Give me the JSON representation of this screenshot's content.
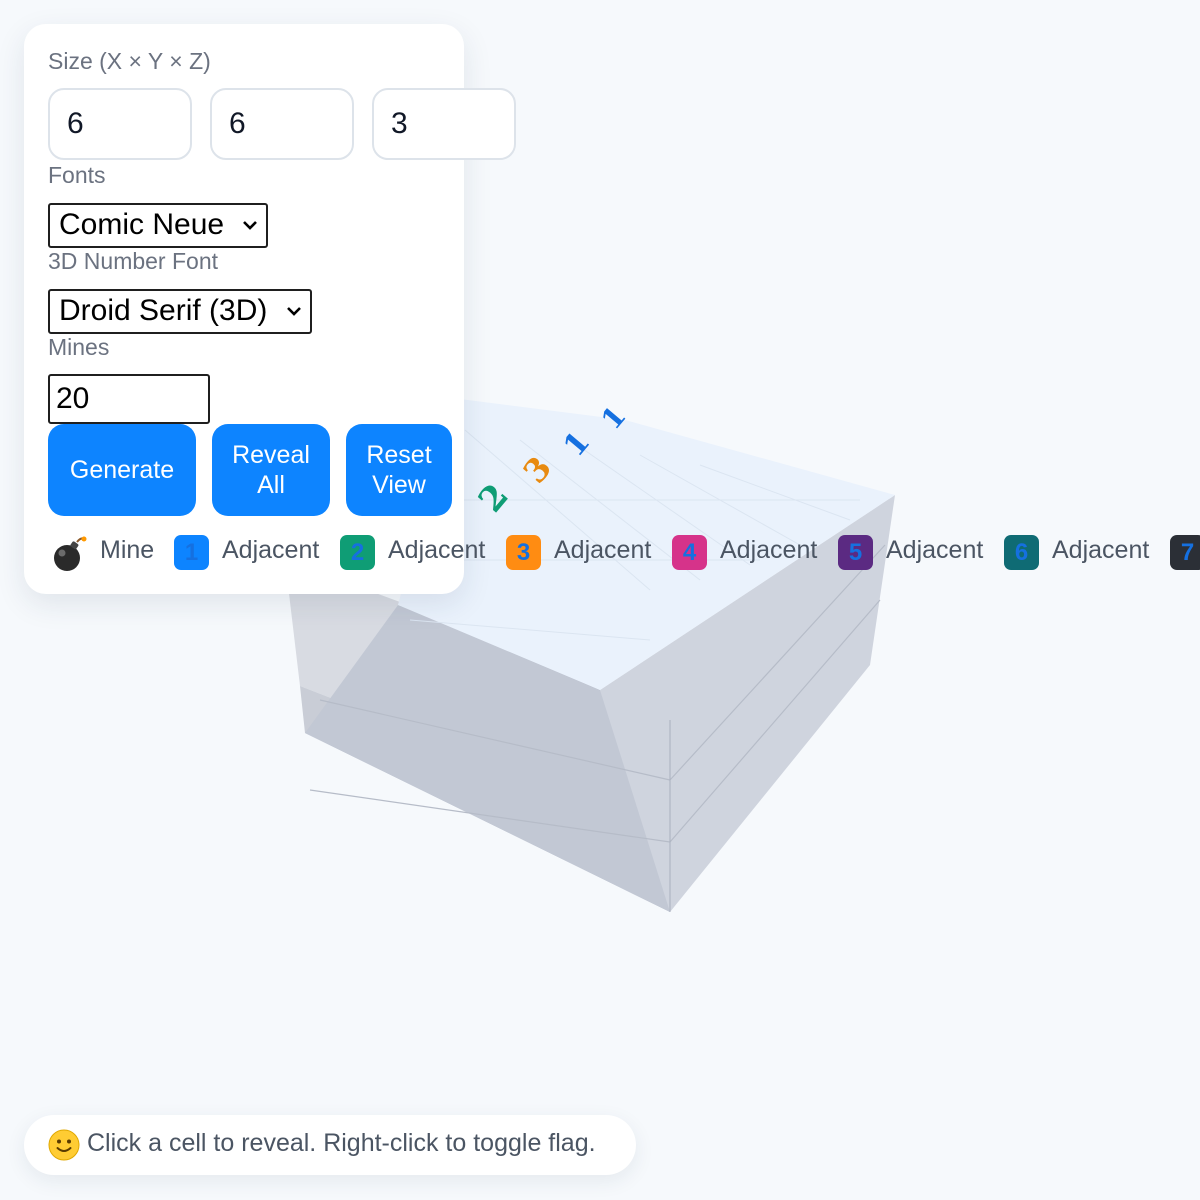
{
  "controls": {
    "size_label": "Size (X × Y × Z)",
    "size": {
      "x": "6",
      "y": "6",
      "z": "3"
    },
    "fonts_label": "Fonts",
    "font_value": "Comic Neue",
    "number_font_label": "3D Number Font",
    "number_font_value": "Droid Serif (3D)",
    "mines_label": "Mines",
    "mines_value": "20",
    "buttons": {
      "generate": "Generate",
      "reveal_line1": "Reveal",
      "reveal_line2": "All",
      "reset_line1": "Reset",
      "reset_line2": "View"
    }
  },
  "legend": [
    {
      "label": "Mine",
      "icon": "bomb-icon"
    },
    {
      "number": "1",
      "color": "#0d84ff",
      "label": "Adjacent"
    },
    {
      "number": "2",
      "color": "#0f9d75",
      "label": "Adjacent"
    },
    {
      "number": "3",
      "color": "#ff8c12",
      "label": "Adjacent"
    },
    {
      "number": "4",
      "color": "#d6338a",
      "label": "Adjacent"
    },
    {
      "number": "5",
      "color": "#5b2a82",
      "label": "Adjacent"
    },
    {
      "number": "6",
      "color": "#0f6b74",
      "label": "Adjacent"
    },
    {
      "number": "7",
      "color": "#2b2f36",
      "label": ""
    }
  ],
  "board_numbers": [
    {
      "value": "2",
      "color": "#0f9d75"
    },
    {
      "value": "3",
      "color": "#e88a10"
    },
    {
      "value": "1",
      "color": "#1570e0"
    },
    {
      "value": "1",
      "color": "#1570e0"
    }
  ],
  "status": {
    "icon": "smiley-icon",
    "text": "Click a cell to reveal. Right-click to toggle flag."
  }
}
